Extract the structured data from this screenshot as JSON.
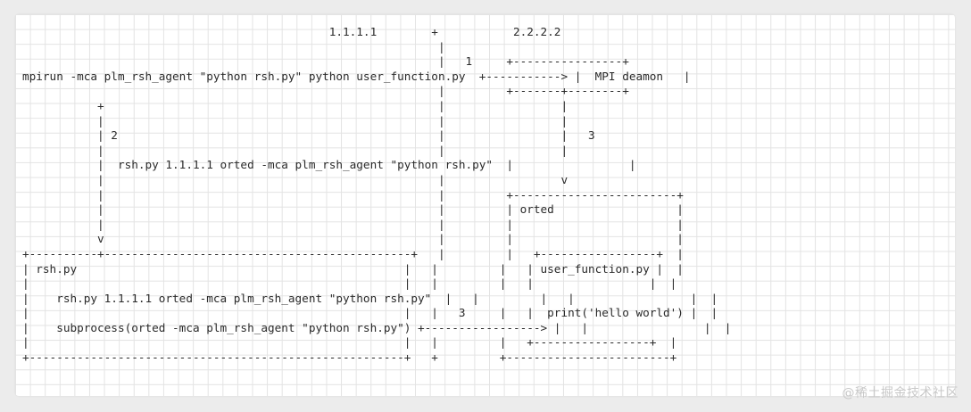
{
  "diagram": {
    "lines": [
      "                                             1.1.1.1        +           2.2.2.2",
      "                                                             |",
      "                                                             |   1     +----------------+",
      "mpirun -mca plm_rsh_agent \"python rsh.py\" python user_function.py  +-----------> |  MPI deamon   |",
      "                                                             |         +-------+--------+",
      "           +                                                 |                 |",
      "           |                                                 |                 |",
      "           | 2                                               |                 |   3",
      "           |                                                 |                 |",
      "           |  rsh.py 1.1.1.1 orted -mca plm_rsh_agent \"python rsh.py\"  |                 |",
      "           |                                                 |                 v",
      "           |                                                 |         +------------------------+",
      "           |                                                 |         | orted                  |",
      "           |                                                 |         |                        |",
      "           v                                                 |         |                        |",
      "+----------+---------------------------------------------+   |         |   +-----------------+  |",
      "| rsh.py                                                |   |         |   | user_function.py |  |",
      "|                                                       |   |         |   |                 |  |",
      "|    rsh.py 1.1.1.1 orted -mca plm_rsh_agent \"python rsh.py\"  |   |         |   |                 |  |",
      "|                                                       |   |   3     |   |  print('hello world') |  |",
      "|    subprocess(orted -mca plm_rsh_agent \"python rsh.py\") +-----------------> |   |                 |  |",
      "|                                                       |   |         |   +-----------------+  |",
      "+-------------------------------------------------------+   +         +------------------------+"
    ]
  },
  "watermark": "@稀土掘金技术社区"
}
